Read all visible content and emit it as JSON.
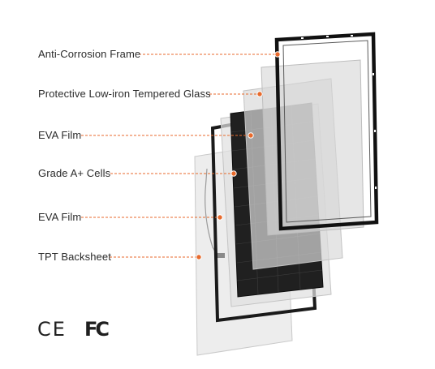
{
  "layers": [
    {
      "label": "Anti-Corrosion Frame"
    },
    {
      "label": "Protective Low-iron Tempered Glass"
    },
    {
      "label": "EVA Film"
    },
    {
      "label": "Grade A+ Cells"
    },
    {
      "label": "EVA Film"
    },
    {
      "label": "TPT Backsheet"
    }
  ],
  "certifications": {
    "ce": "CE",
    "fcc": "FC"
  },
  "colors": {
    "accent": "#e86a2c",
    "text": "#2b2b2b",
    "frame": "#1a1a1a",
    "cell": "#222222"
  }
}
